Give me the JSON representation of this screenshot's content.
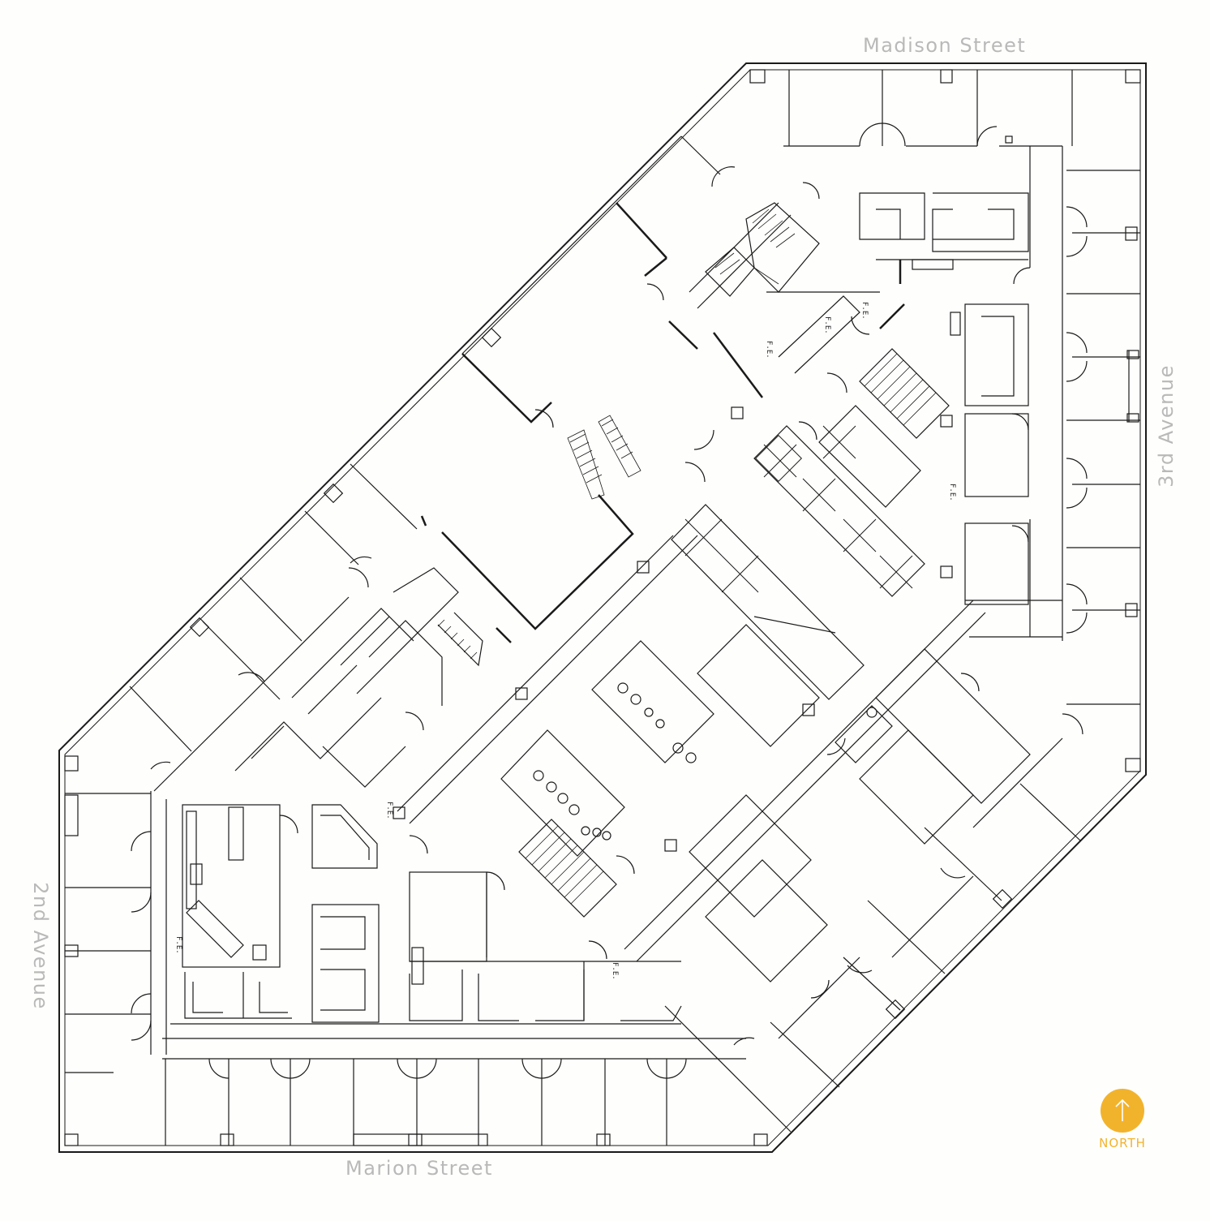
{
  "streets": {
    "north": "Madison Street",
    "east": "3rd Avenue",
    "south": "Marion Street",
    "west": "2nd Avenue"
  },
  "compass": {
    "label": "NORTH",
    "icon": "north-arrow-icon",
    "color": "#f2b32c"
  },
  "plan": {
    "wall_color": "#1a1a1a",
    "street_label_color": "#b9b9b9",
    "equipment_tags": [
      "F.E.",
      "F.E.",
      "F.E.",
      "F.E.",
      "F.E.",
      "F.E.",
      "F.E."
    ]
  }
}
